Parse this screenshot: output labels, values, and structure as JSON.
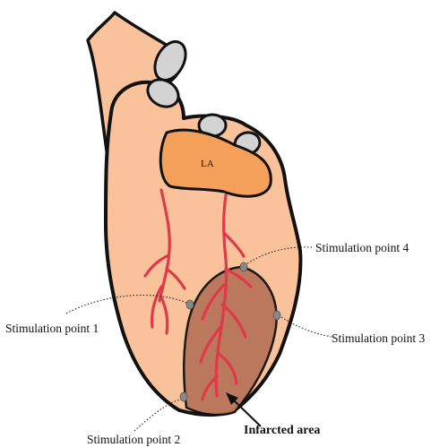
{
  "diagram": {
    "atrium_label": "LA",
    "infarct_label": "Infarcted area",
    "stimulation_points": [
      {
        "label": "Stimulation point 1"
      },
      {
        "label": "Stimulation point 2"
      },
      {
        "label": "Stimulation point 3"
      },
      {
        "label": "Stimulation point 4"
      }
    ]
  },
  "colors": {
    "heart_fill": "#F9C29A",
    "atrium_fill": "#F4A05A",
    "infarct_fill": "#B9755A",
    "vessel_color": "#E0394A",
    "vessel_opening": "#D3D3D3",
    "outline": "#111111",
    "stim_point": "#888888"
  }
}
